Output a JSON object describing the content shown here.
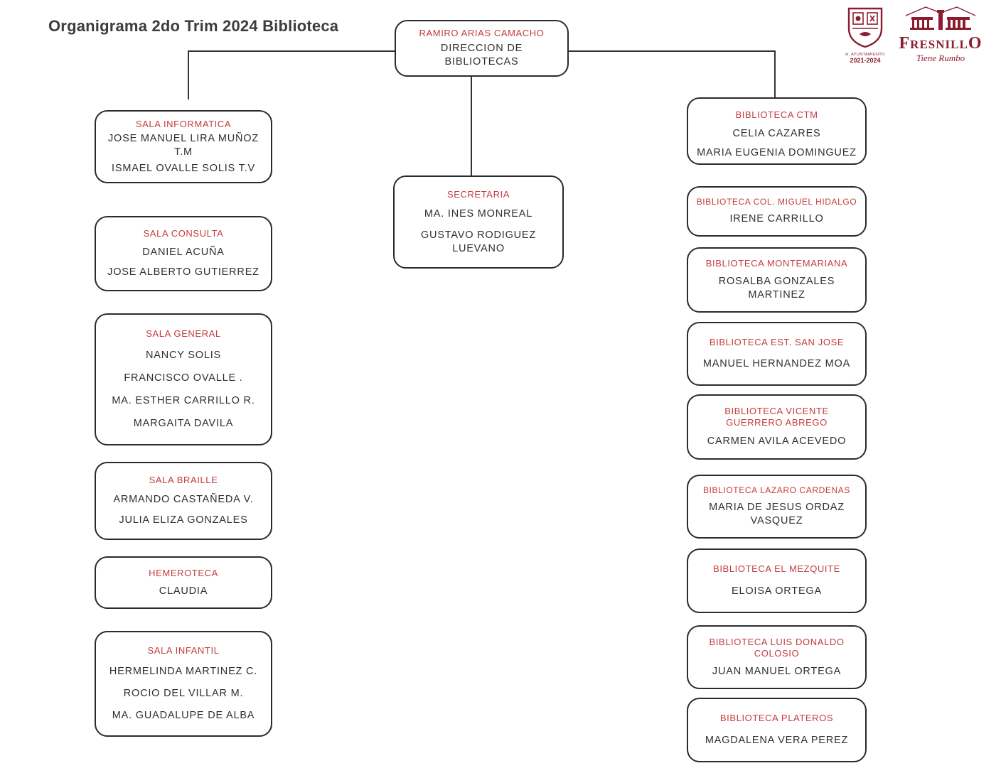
{
  "title": "Organigrama 2do Trim 2024 Biblioteca",
  "root": {
    "title": "RAMIRO ARIAS CAMACHO",
    "subtitle": "DIRECCION DE BIBLIOTECAS"
  },
  "secretaria": {
    "title": "SECRETARIA",
    "members": [
      "MA. INES MONREAL",
      "GUSTAVO RODIGUEZ LUEVANO"
    ]
  },
  "left_column": [
    {
      "title": "SALA INFORMATICA",
      "members": [
        "JOSE MANUEL LIRA MUÑOZ T.M",
        "ISMAEL OVALLE SOLIS T.V"
      ]
    },
    {
      "title": "SALA CONSULTA",
      "members": [
        "DANIEL ACUÑA",
        "JOSE ALBERTO GUTIERREZ"
      ]
    },
    {
      "title": "SALA GENERAL",
      "members": [
        "NANCY SOLIS",
        "FRANCISCO OVALLE .",
        "MA. ESTHER CARRILLO R.",
        "MARGAITA DAVILA"
      ]
    },
    {
      "title": "SALA BRAILLE",
      "members": [
        "ARMANDO CASTAÑEDA V.",
        "JULIA ELIZA GONZALES"
      ]
    },
    {
      "title": "HEMEROTECA",
      "members": [
        "CLAUDIA"
      ]
    },
    {
      "title": "SALA INFANTIL",
      "members": [
        "HERMELINDA MARTINEZ C.",
        "ROCIO DEL VILLAR M.",
        "MA. GUADALUPE DE ALBA"
      ]
    }
  ],
  "right_column": [
    {
      "title": "BIBLIOTECA CTM",
      "members": [
        "CELIA CAZARES",
        "MARIA EUGENIA DOMINGUEZ"
      ]
    },
    {
      "title": "BIBLIOTECA COL. MIGUEL HIDALGO",
      "members": [
        "IRENE CARRILLO"
      ]
    },
    {
      "title": "BIBLIOTECA MONTEMARIANA",
      "members": [
        "ROSALBA GONZALES MARTINEZ"
      ]
    },
    {
      "title": "BIBLIOTECA EST. SAN JOSE",
      "members": [
        "MANUEL HERNANDEZ MOA"
      ]
    },
    {
      "title": "BIBLIOTECA VICENTE GUERRERO ABREGO",
      "members": [
        "CARMEN AVILA ACEVEDO"
      ]
    },
    {
      "title": "BIBLIOTECA LAZARO CARDENAS",
      "members": [
        "MARIA DE JESUS ORDAZ VASQUEZ"
      ]
    },
    {
      "title": "BIBLIOTECA EL MEZQUITE",
      "members": [
        "ELOISA ORTEGA"
      ]
    },
    {
      "title": "BIBLIOTECA LUIS DONALDO COLOSIO",
      "members": [
        "JUAN MANUEL ORTEGA"
      ]
    },
    {
      "title": "BIBLIOTECA PLATEROS",
      "members": [
        "MAGDALENA VERA PEREZ"
      ]
    }
  ],
  "logos": {
    "crest_caption_line1": "H. AYUNTAMIENTO",
    "crest_caption_line2": "2021-2024",
    "fresnillo_first": "F",
    "fresnillo_mid": "RESNILL",
    "fresnillo_last": "O",
    "fresnillo_tagline": "Tiene Rumbo"
  },
  "colors": {
    "accent_red": "#c43c3c",
    "brand_maroon": "#8c1d2f",
    "line": "#333333"
  }
}
